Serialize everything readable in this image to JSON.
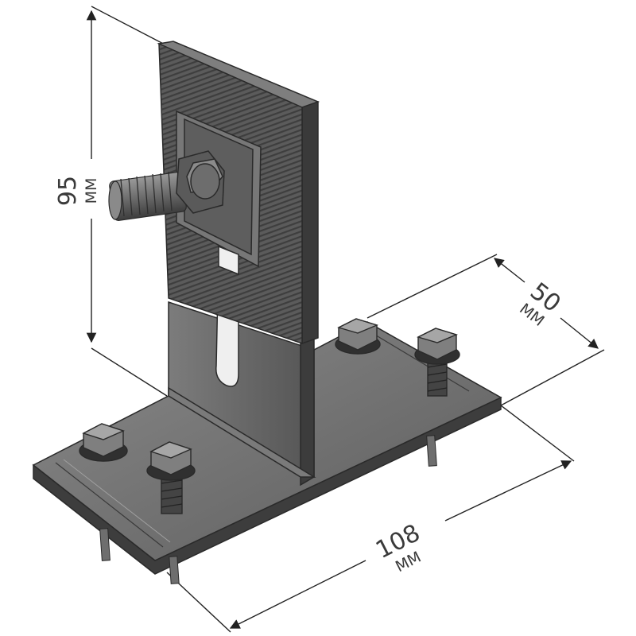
{
  "dimensions": {
    "height": {
      "value": "95",
      "unit": "MM"
    },
    "width": {
      "value": "50",
      "unit": "MM"
    },
    "length": {
      "value": "108",
      "unit": "MM"
    }
  },
  "colors": {
    "metal_dark": "#4a4a4a",
    "metal_mid": "#6a6a6a",
    "metal_light": "#8c8c8c",
    "line": "#2a2a2a",
    "dimension": "#222222"
  }
}
